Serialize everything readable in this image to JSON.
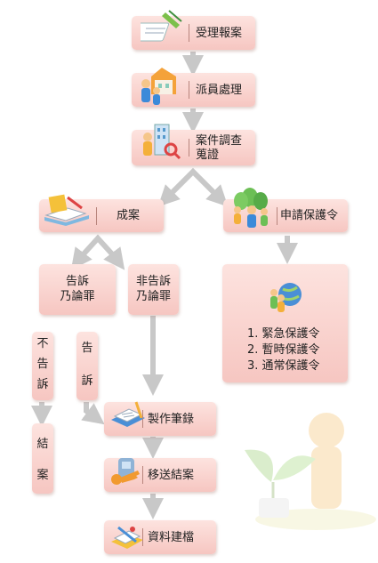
{
  "steps": {
    "accept_report": "受理報案",
    "dispatch": "派員處理",
    "investigate_line1": "案件調查",
    "investigate_line2": "蒐證",
    "case_formed": "成案",
    "protection_order": "申請保護令",
    "complaint_line1": "告訴",
    "complaint_line2": "乃論罪",
    "non_complaint_line1": "非告訴",
    "non_complaint_line2": "乃論罪",
    "no_complaint": [
      "不",
      "告",
      "訴"
    ],
    "complain": [
      "告",
      "訴"
    ],
    "closed": [
      "結",
      "案"
    ],
    "make_record": "製作筆錄",
    "transfer_close": "移送結案",
    "archive": "資料建檔"
  },
  "orders": [
    "1. 緊急保護令",
    "2. 暫時保護令",
    "3. 通常保護令"
  ],
  "colors": {
    "box_top": "#fde3df",
    "box_bottom": "#f6c6c1",
    "arrow": "#c8c8c8"
  },
  "icons": [
    "report-pen-icon",
    "dispatch-people-icon",
    "investigation-icon",
    "case-book-icon",
    "protection-people-icon",
    "globe-people-icon",
    "record-form-icon",
    "transfer-key-icon",
    "archive-folder-icon",
    "sprout-figure-icon"
  ]
}
